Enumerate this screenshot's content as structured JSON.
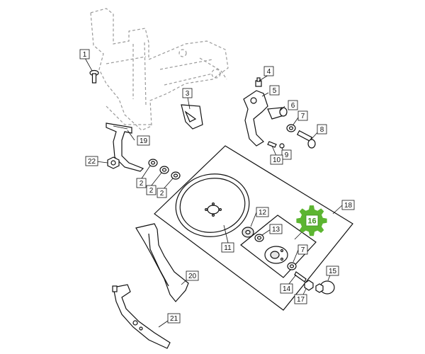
{
  "diagram": {
    "callouts": {
      "c1": "1",
      "c2a": "2",
      "c2b": "2",
      "c2c": "2",
      "c3": "3",
      "c4": "4",
      "c5": "5",
      "c6": "6",
      "c7a": "7",
      "c7b": "7",
      "c8": "8",
      "c9": "9",
      "c10": "10",
      "c11": "11",
      "c12": "12",
      "c13": "13",
      "c14": "14",
      "c15": "15",
      "c16": "16",
      "c17": "17",
      "c18": "18",
      "c19": "19",
      "c20": "20",
      "c21": "21",
      "c22": "22"
    },
    "colors": {
      "line": "#111111",
      "ghost": "#9a9a9a",
      "highlight": "#5cb531",
      "highlight_fill": "#ffffff"
    }
  }
}
